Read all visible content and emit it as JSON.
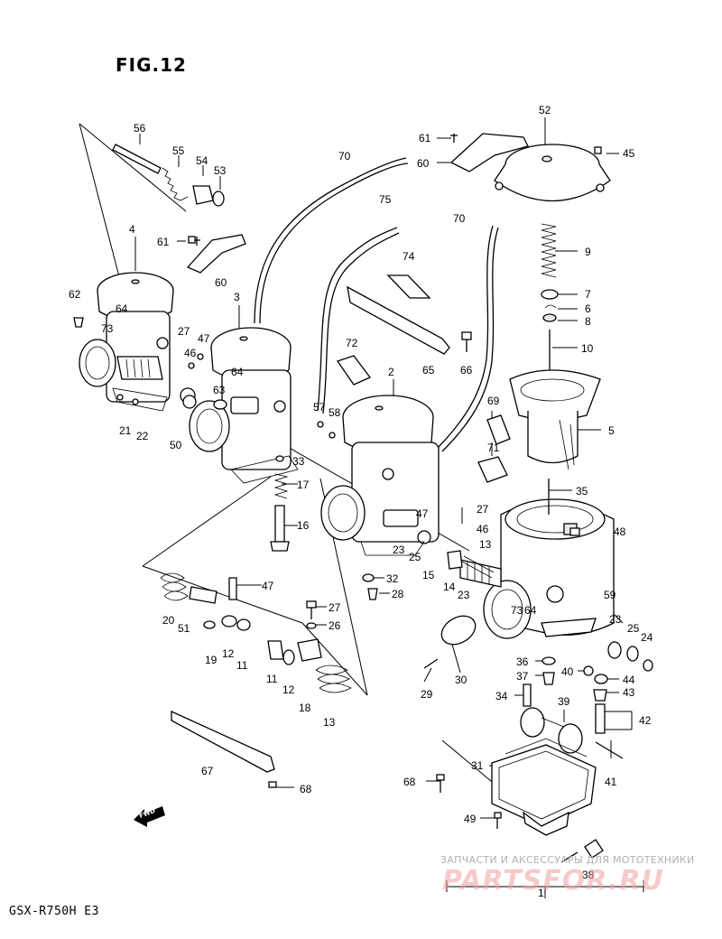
{
  "figure": {
    "title": "FIG.12",
    "model": "GSX-R750H  E3"
  },
  "direction_tag": "FWD",
  "watermark": {
    "text": "ЗАПЧАСТИ И АКСЕССУАРЫ ДЛЯ МОТОТЕХНИКИ",
    "logo": "PARTSFOR.RU"
  },
  "callouts": [
    "1",
    "2",
    "3",
    "4",
    "5",
    "6",
    "7",
    "8",
    "9",
    "10",
    "11",
    "12",
    "13",
    "14",
    "15",
    "16",
    "17",
    "18",
    "19",
    "20",
    "21",
    "22",
    "23",
    "24",
    "25",
    "26",
    "27",
    "28",
    "29",
    "30",
    "31",
    "32",
    "33",
    "34",
    "35",
    "36",
    "37",
    "38",
    "39",
    "40",
    "41",
    "42",
    "43",
    "44",
    "45",
    "46",
    "47",
    "48",
    "49",
    "50",
    "51",
    "52",
    "53",
    "54",
    "55",
    "56",
    "57",
    "58",
    "59",
    "60",
    "61",
    "62",
    "63",
    "64",
    "65",
    "66",
    "67",
    "68",
    "69",
    "70",
    "71",
    "72",
    "73",
    "74",
    "75"
  ]
}
